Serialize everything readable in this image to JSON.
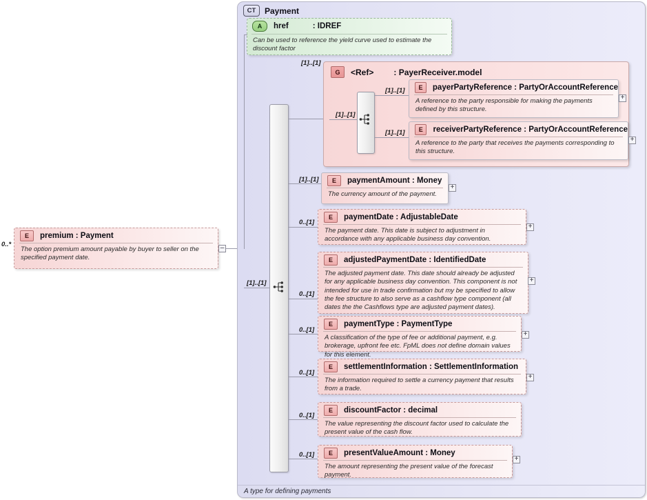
{
  "diagram": {
    "type_badge": "CT",
    "type_title": "Payment",
    "footer_documentation": "A type for defining payments"
  },
  "source_element": {
    "badge": "E",
    "label": "premium : Payment",
    "documentation": "The option premium amount payable by buyer to seller on the specified payment date.",
    "cardinality": "0..*",
    "toggle": "–",
    "toggle_name": "collapse"
  },
  "attribute": {
    "badge": "A",
    "name": "href",
    "type": ": IDREF",
    "documentation": "Can be used to reference the yield curve used to estimate the discount factor"
  },
  "group": {
    "badge": "G",
    "title": "<Ref>",
    "type": ": PayerReceiver.model",
    "cardinality": "[1]..[1]",
    "inner_sequence_cardinality": "[1]..[1]",
    "children": [
      {
        "badge": "E",
        "label": "payerPartyReference : PartyOrAccountReference",
        "documentation": "A reference to the party responsible for making the payments defined by this structure.",
        "cardinality": "[1]..[1]",
        "toggle": "+"
      },
      {
        "badge": "E",
        "label": "receiverPartyReference : PartyOrAccountReference",
        "documentation": "A reference to the party that receives the payments corresponding to this structure.",
        "cardinality": "[1]..[1]",
        "toggle": "+"
      }
    ]
  },
  "sequence": {
    "cardinality": "[1]..[1]",
    "icon": "sequence-icon"
  },
  "elements": [
    {
      "badge": "E",
      "label": "paymentAmount : Money",
      "documentation": "The currency amount of the payment.",
      "cardinality": "[1]..[1]",
      "toggle": "+"
    },
    {
      "badge": "E",
      "label": "paymentDate : AdjustableDate",
      "documentation": "The payment date. This date is subject to adjustment in accordance with any applicable business day convention.",
      "cardinality": "0..[1]",
      "toggle": "+"
    },
    {
      "badge": "E",
      "label": "adjustedPaymentDate : IdentifiedDate",
      "documentation": "The adjusted payment date. This date should already be adjusted for any applicable business day convention. This component is not intended for use in trade confirmation but my be specified to allow the fee structure to also serve as a cashflow type component (all dates the the Cashflows type are adjusted payment dates).",
      "cardinality": "0..[1]",
      "toggle": "+"
    },
    {
      "badge": "E",
      "label": "paymentType : PaymentType",
      "documentation": "A classification of the type of fee or additional payment, e.g. brokerage, upfront fee etc. FpML does not define domain values for this element.",
      "cardinality": "0..[1]",
      "toggle": "+"
    },
    {
      "badge": "E",
      "label": "settlementInformation : SettlementInformation",
      "documentation": "The information required to settle a currency payment that results from a trade.",
      "cardinality": "0..[1]",
      "toggle": "+"
    },
    {
      "badge": "E",
      "label": "discountFactor : decimal",
      "documentation": "The value representing the discount factor used to calculate the present value of the cash flow.",
      "cardinality": "0..[1]",
      "toggle": "+"
    },
    {
      "badge": "E",
      "label": "presentValueAmount : Money",
      "documentation": "The amount representing the present value of the forecast payment.",
      "cardinality": "0..[1]",
      "toggle": "+"
    }
  ],
  "colors": {
    "element_fill": "#f9dede",
    "attribute_fill": "#dff0df",
    "container_fill": "#e6e6f7",
    "line": "#9a9aaa"
  }
}
